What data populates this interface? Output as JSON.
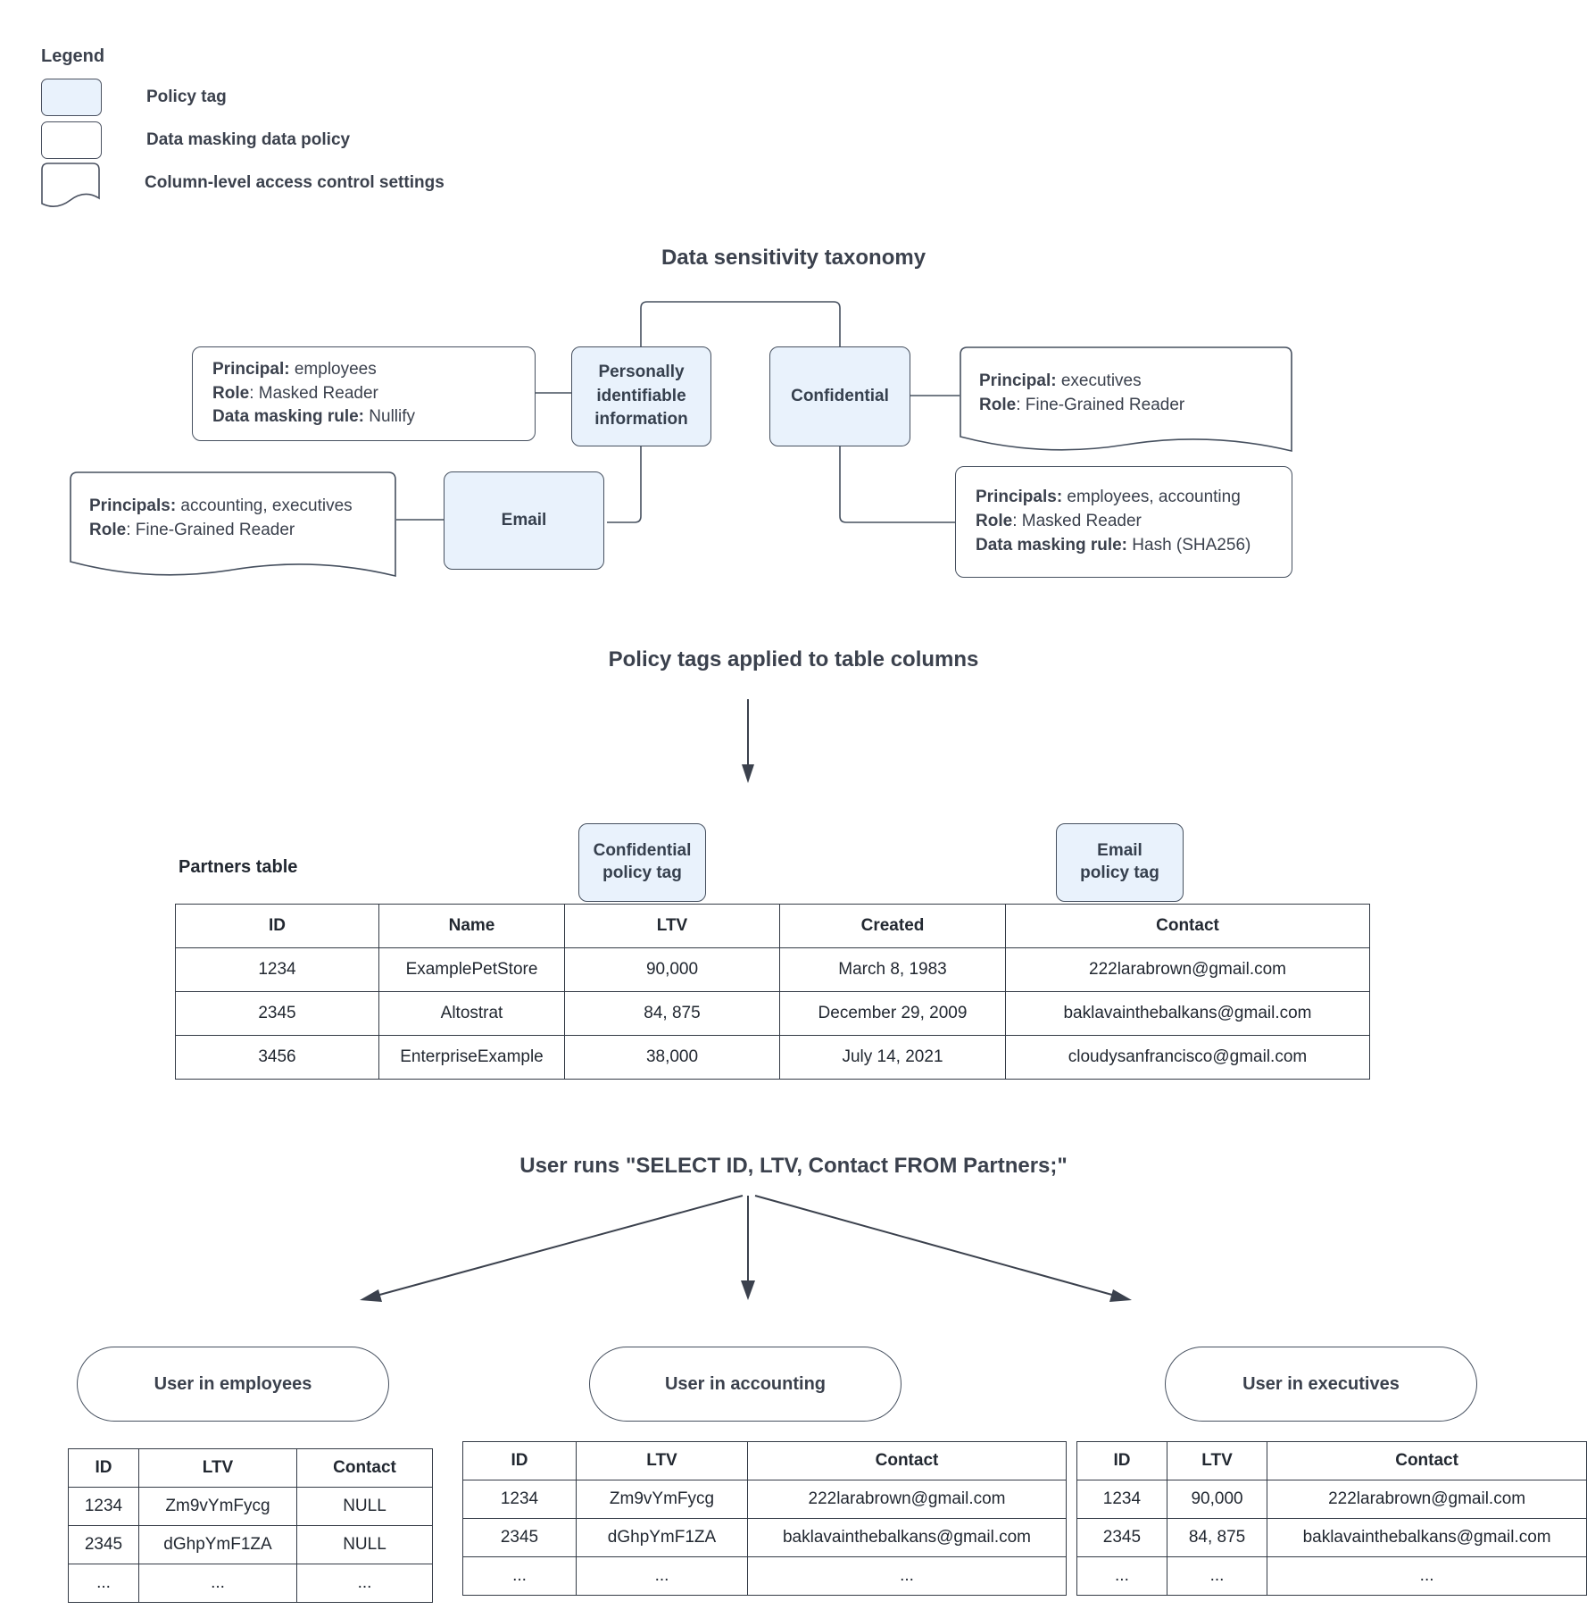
{
  "legend": {
    "title": "Legend",
    "items": [
      {
        "label": "Policy tag",
        "swatch": "policy-tag-swatch"
      },
      {
        "label": "Data masking data policy",
        "swatch": "data-masking-swatch"
      },
      {
        "label": "Column-level access control settings",
        "swatch": "column-access-swatch"
      }
    ]
  },
  "taxonomy": {
    "title": "Data sensitivity taxonomy",
    "nodes": {
      "pii": "Personally identifiable information",
      "confidential": "Confidential",
      "email": "Email"
    },
    "policies": {
      "pii_masking": {
        "lines": [
          {
            "key": "Principal:",
            "value": " employees"
          },
          {
            "key": "Role",
            "value": ": Masked Reader"
          },
          {
            "key": "Data masking rule:",
            "value": " Nullify"
          }
        ]
      },
      "email_access": {
        "lines": [
          {
            "key": "Principals:",
            "value": " accounting, executives"
          },
          {
            "key": "Role",
            "value": ": Fine-Grained Reader"
          }
        ]
      },
      "confidential_access": {
        "lines": [
          {
            "key": "Principal:",
            "value": " executives"
          },
          {
            "key": "Role",
            "value": ": Fine-Grained Reader"
          }
        ]
      },
      "confidential_masking": {
        "lines": [
          {
            "key": "Principals:",
            "value": " employees, accounting"
          },
          {
            "key": "Role",
            "value": ": Masked Reader"
          },
          {
            "key": "Data masking rule:",
            "value": " Hash (SHA256)"
          }
        ]
      }
    }
  },
  "applied": {
    "title": "Policy tags applied to table columns",
    "table_label": "Partners table",
    "tags": {
      "confidential": "Confidential\npolicy tag",
      "confidential_l1": "Confidential",
      "confidential_l2": "policy tag",
      "email_l1": "Email",
      "email_l2": "policy tag"
    },
    "partners": {
      "columns": [
        "ID",
        "Name",
        "LTV",
        "Created",
        "Contact"
      ],
      "rows": [
        [
          "1234",
          "ExamplePetStore",
          "90,000",
          "March 8, 1983",
          "222larabrown@gmail.com"
        ],
        [
          "2345",
          "Altostrat",
          "84, 875",
          "December 29, 2009",
          "baklavainthebalkans@gmail.com"
        ],
        [
          "3456",
          "EnterpriseExample",
          "38,000",
          "July 14, 2021",
          "cloudysanfrancisco@gmail.com"
        ]
      ]
    }
  },
  "query": {
    "title": "User runs \"SELECT ID, LTV, Contact FROM Partners;\"",
    "results": [
      {
        "persona": "User in employees",
        "columns": [
          "ID",
          "LTV",
          "Contact"
        ],
        "rows": [
          [
            "1234",
            "Zm9vYmFycg",
            "NULL"
          ],
          [
            "2345",
            "dGhpYmF1ZA",
            "NULL"
          ],
          [
            "...",
            "...",
            "..."
          ]
        ]
      },
      {
        "persona": "User in accounting",
        "columns": [
          "ID",
          "LTV",
          "Contact"
        ],
        "rows": [
          [
            "1234",
            "Zm9vYmFycg",
            "222larabrown@gmail.com"
          ],
          [
            "2345",
            "dGhpYmF1ZA",
            "baklavainthebalkans@gmail.com"
          ],
          [
            "...",
            "...",
            "..."
          ]
        ]
      },
      {
        "persona": "User in executives",
        "columns": [
          "ID",
          "LTV",
          "Contact"
        ],
        "rows": [
          [
            "1234",
            "90,000",
            "222larabrown@gmail.com"
          ],
          [
            "2345",
            "84, 875",
            "baklavainthebalkans@gmail.com"
          ],
          [
            "...",
            "...",
            "..."
          ]
        ]
      }
    ]
  },
  "colors": {
    "policy_tag_fill": "#e9f2fc",
    "stroke": "#46505f",
    "text": "#3b414d"
  }
}
